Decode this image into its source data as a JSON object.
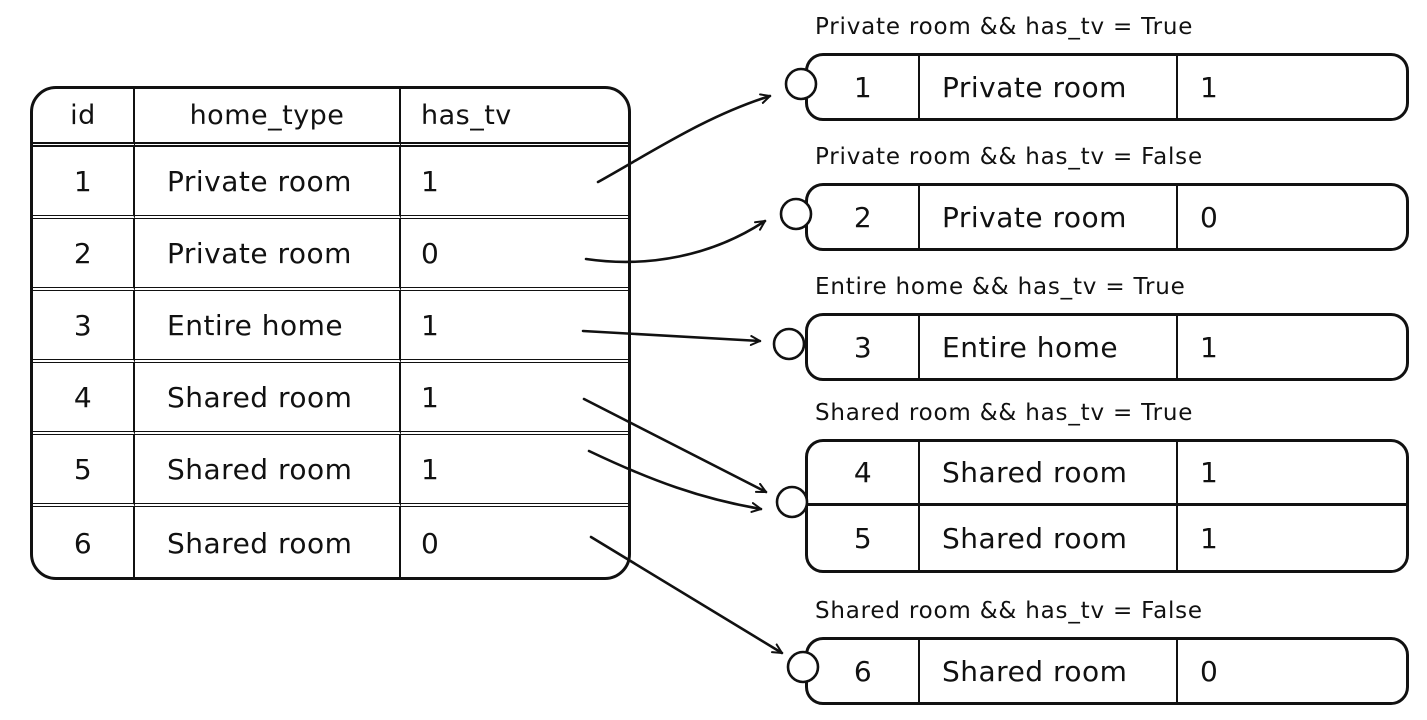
{
  "diagram": {
    "ink_color": "#111111",
    "background_color": "#ffffff",
    "table": {
      "columns": [
        "id",
        "home_type",
        "has_tv"
      ],
      "rows": [
        [
          "1",
          "Private room",
          "1"
        ],
        [
          "2",
          "Private room",
          "0"
        ],
        [
          "3",
          "Entire home",
          "1"
        ],
        [
          "4",
          "Shared room",
          "1"
        ],
        [
          "5",
          "Shared room",
          "1"
        ],
        [
          "6",
          "Shared room",
          "0"
        ]
      ]
    },
    "groups": [
      {
        "label": "Private room && has_tv = True",
        "rows": [
          [
            "1",
            "Private room",
            "1"
          ]
        ]
      },
      {
        "label": "Private room && has_tv = False",
        "rows": [
          [
            "2",
            "Private room",
            "0"
          ]
        ]
      },
      {
        "label": "Entire home && has_tv = True",
        "rows": [
          [
            "3",
            "Entire home",
            "1"
          ]
        ]
      },
      {
        "label": "Shared room && has_tv = True",
        "rows": [
          [
            "4",
            "Shared room",
            "1"
          ],
          [
            "5",
            "Shared room",
            "1"
          ]
        ]
      },
      {
        "label": "Shared room && has_tv = False",
        "rows": [
          [
            "6",
            "Shared room",
            "0"
          ]
        ]
      }
    ],
    "mappings": [
      {
        "table_row_id": "1",
        "group_index": 0
      },
      {
        "table_row_id": "2",
        "group_index": 1
      },
      {
        "table_row_id": "3",
        "group_index": 2
      },
      {
        "table_row_id": "4",
        "group_index": 3
      },
      {
        "table_row_id": "5",
        "group_index": 3
      },
      {
        "table_row_id": "6",
        "group_index": 4
      }
    ]
  }
}
